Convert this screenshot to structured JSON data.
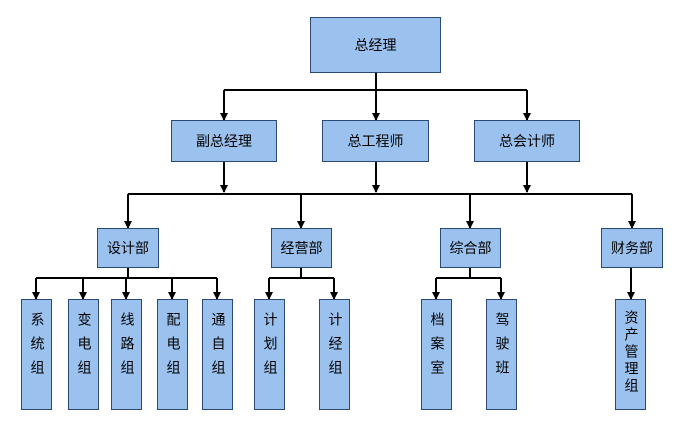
{
  "colors": {
    "box_fill": "#9bc2ee",
    "box_border": "#2b4a73",
    "line": "#000000"
  },
  "org": {
    "ceo": "总经理",
    "level2": [
      "副总经理",
      "总工程师",
      "总会计师"
    ],
    "departments": [
      "设计部",
      "经营部",
      "综合部",
      "财务部"
    ],
    "design_groups": [
      "系统组",
      "变电组",
      "线路组",
      "配电组",
      "通自组"
    ],
    "business_groups": [
      "计划组",
      "计经组"
    ],
    "general_groups": [
      "档案室",
      "驾驶班"
    ],
    "finance_groups": [
      "资产管理组"
    ]
  }
}
